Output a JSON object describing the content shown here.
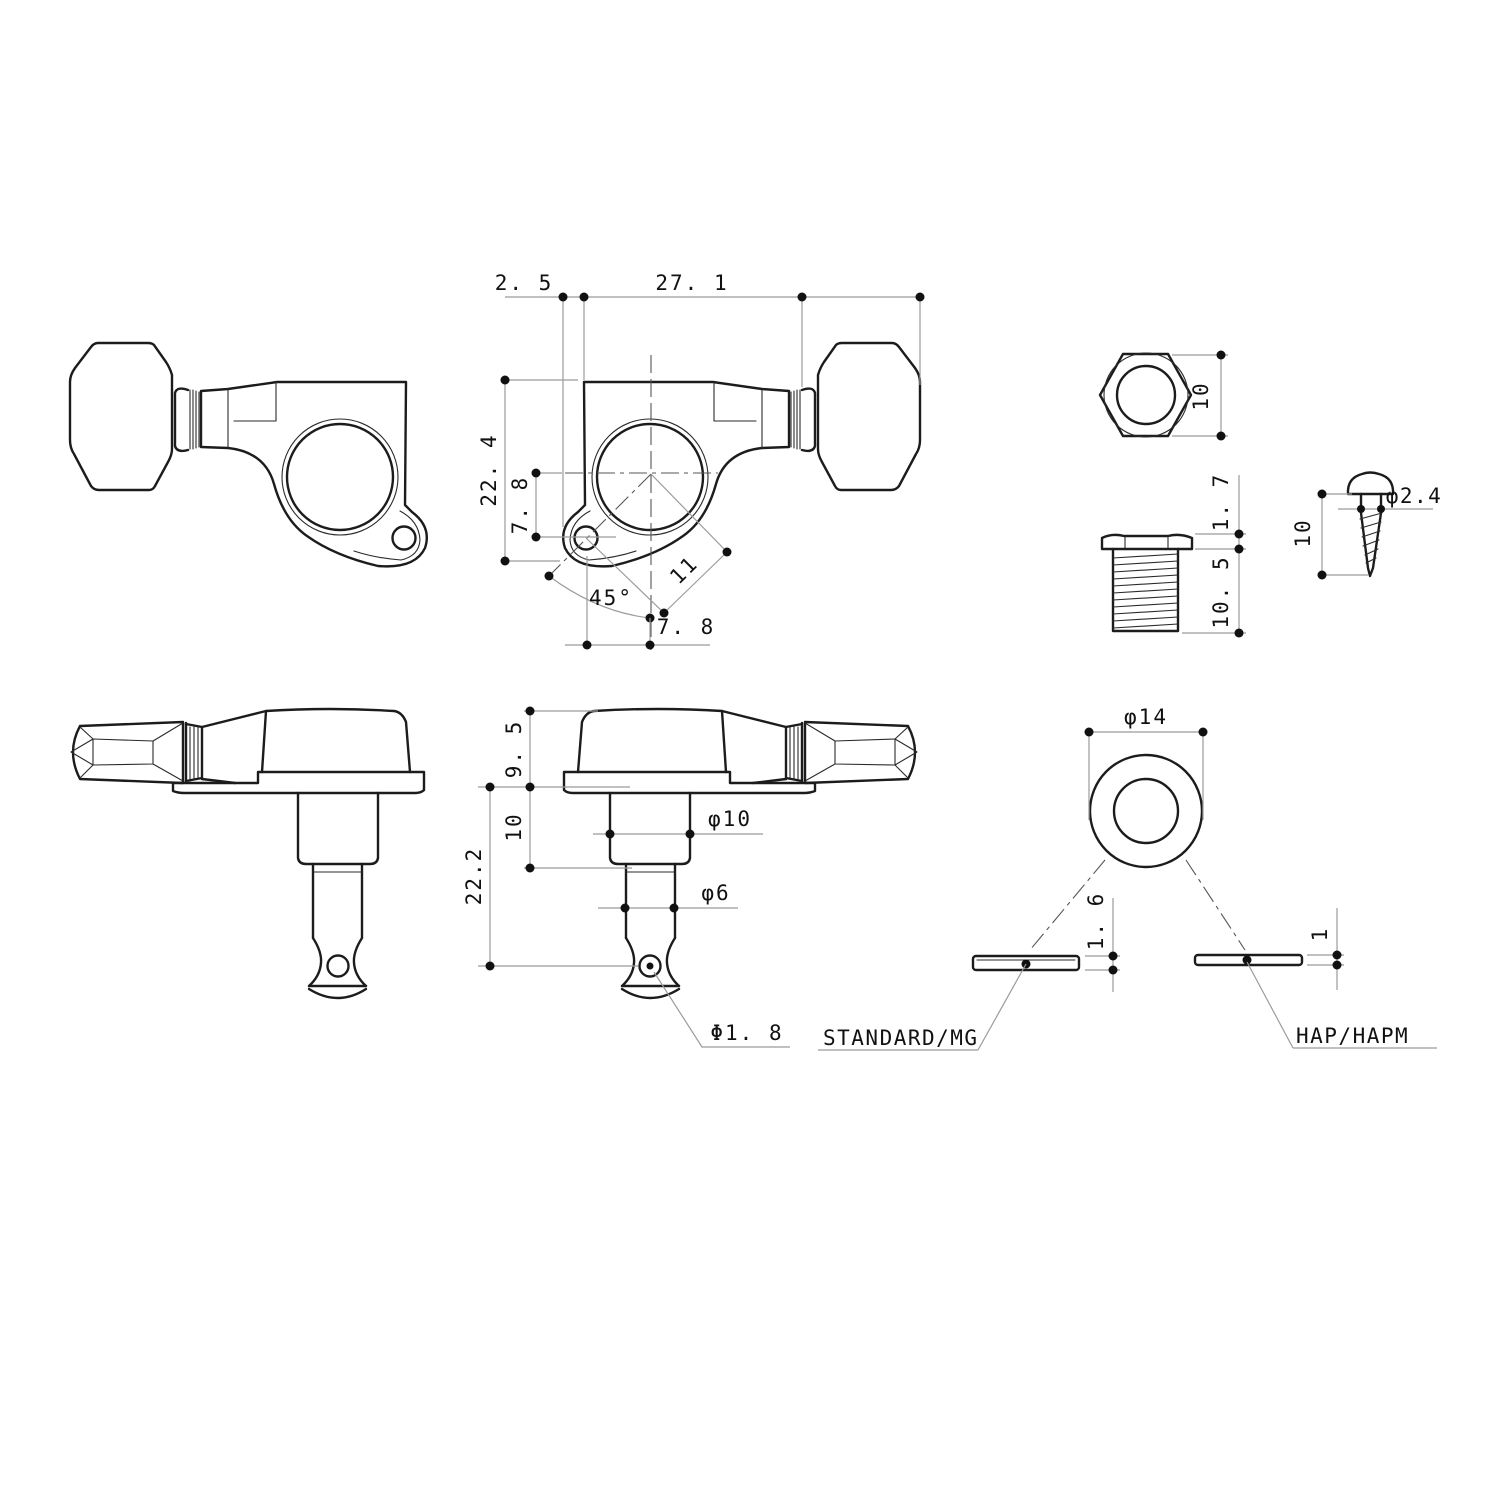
{
  "drawing": {
    "top_view": {
      "offset": "2. 5",
      "length": "27. 1",
      "height": "22. 4",
      "hole_drop": "7. 8",
      "angle": "45°",
      "hole_distance": "11",
      "hole_offset": "7. 8"
    },
    "side_view": {
      "cap_height": "9. 5",
      "bushing_depth": "10",
      "post_length": "22.2",
      "post_diameter": "φ10",
      "shaft_diameter": "φ6",
      "string_hole_diameter": "Φ1. 8"
    },
    "nut": {
      "across_flats": "10"
    },
    "bushing": {
      "head_height": "1. 7",
      "thread_length": "10. 5"
    },
    "screw": {
      "length": "10",
      "head_diameter": "φ2.4"
    },
    "washer": {
      "outer_diameter": "φ14",
      "standard_thickness": "1. 6",
      "hap_thickness": "1"
    },
    "variant_labels": {
      "standard": "STANDARD/MG",
      "hap": "HAP/HAPM"
    }
  }
}
